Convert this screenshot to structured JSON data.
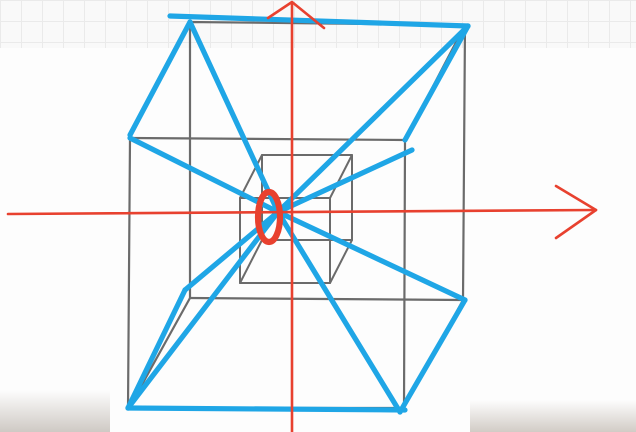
{
  "diagram": {
    "subject": "hypercube-projection-sketch",
    "colors": {
      "paper": "#fdfdfd",
      "pencil": "#6b6b6b",
      "blue_marker": "#1fa6e6",
      "red_marker": "#e8412f"
    },
    "elements": [
      "outer-cube",
      "inner-cube",
      "blue-connecting-lines",
      "red-horizontal-axis-arrow",
      "red-vertical-axis-arrow",
      "red-origin-loop"
    ]
  }
}
